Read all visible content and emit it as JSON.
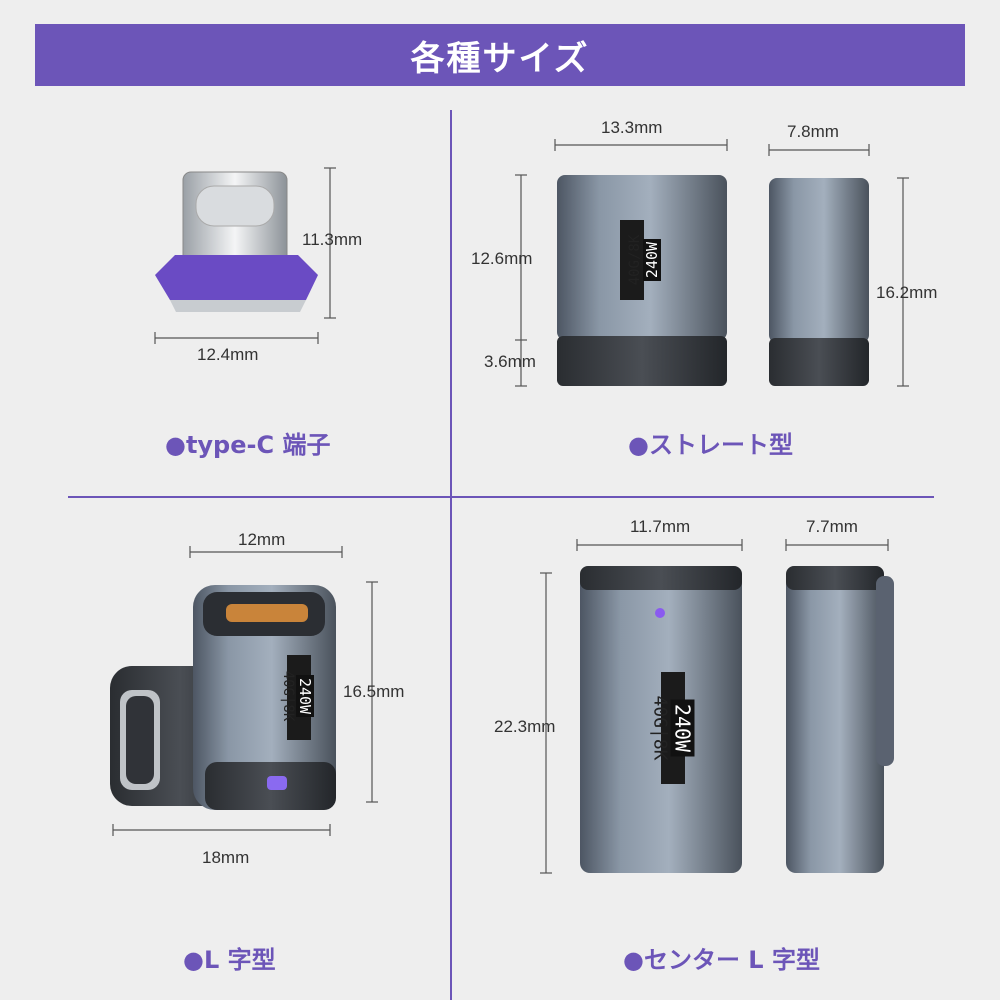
{
  "banner": {
    "title": "各種サイズ",
    "color": "#6c55b8"
  },
  "panels": {
    "typec": {
      "caption": "●type-C 端子",
      "height": "11.3mm",
      "width": "12.4mm"
    },
    "straight": {
      "caption": "●ストレート型",
      "width": "13.3mm",
      "depth": "7.8mm",
      "height": "12.6mm",
      "base": "3.6mm",
      "side_height": "16.2mm",
      "label_top": "40G/8K",
      "label_bottom": "240W"
    },
    "lshape": {
      "caption": "●L 字型",
      "top_width": "12mm",
      "height": "16.5mm",
      "width": "18mm",
      "label_top": "240W",
      "label_bottom": "40G|8K"
    },
    "center_l": {
      "caption": "●センター L 字型",
      "width": "11.7mm",
      "depth": "7.7mm",
      "height": "22.3mm",
      "label_top": "240W",
      "label_bottom": "40G|8K"
    }
  },
  "icons": [
    "usb-c-plug",
    "straight-adapter",
    "l-shape-adapter",
    "center-l-adapter"
  ]
}
